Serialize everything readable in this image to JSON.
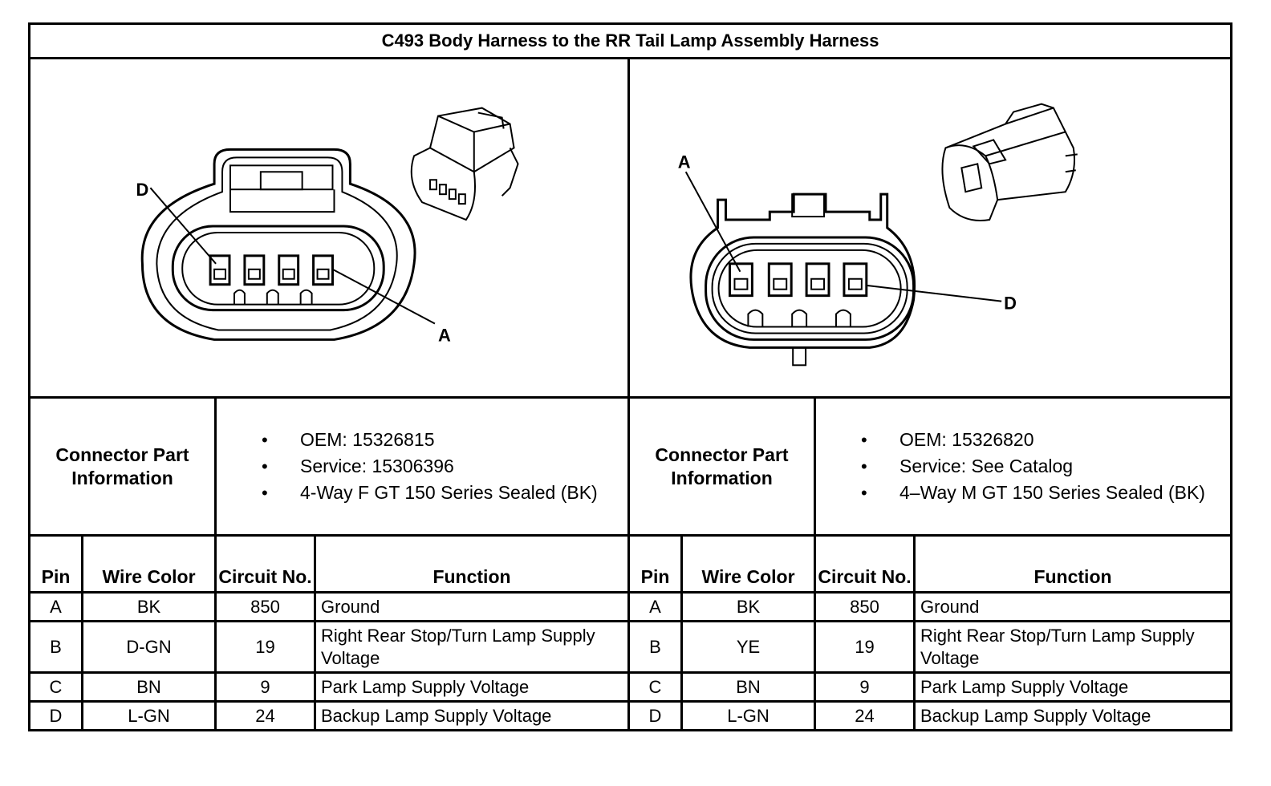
{
  "title": "C493 Body Harness to the RR Tail Lamp Assembly Harness",
  "left": {
    "pin_labels": {
      "top": "D",
      "bottom": "A"
    },
    "info_label": "Connector Part Information",
    "info": [
      "OEM: 15326815",
      "Service: 15306396",
      "4-Way F GT 150 Series Sealed (BK)"
    ]
  },
  "right": {
    "pin_labels": {
      "top": "A",
      "bottom": "D"
    },
    "info_label": "Connector Part Information",
    "info": [
      "OEM: 15326820",
      "Service: See Catalog",
      "4–Way M GT 150 Series Sealed (BK)"
    ]
  },
  "headers": {
    "pin": "Pin",
    "wire": "Wire Color",
    "circuit": "Circuit No.",
    "function": "Function"
  },
  "rows": [
    {
      "l_pin": "A",
      "l_wire": "BK",
      "l_circuit": "850",
      "l_func": "Ground",
      "r_pin": "A",
      "r_wire": "BK",
      "r_circuit": "850",
      "r_func": "Ground"
    },
    {
      "l_pin": "B",
      "l_wire": "D-GN",
      "l_circuit": "19",
      "l_func": "Right Rear Stop/Turn Lamp Supply Voltage",
      "r_pin": "B",
      "r_wire": "YE",
      "r_circuit": "19",
      "r_func": "Right Rear Stop/Turn Lamp Supply Voltage"
    },
    {
      "l_pin": "C",
      "l_wire": "BN",
      "l_circuit": "9",
      "l_func": "Park Lamp Supply Voltage",
      "r_pin": "C",
      "r_wire": "BN",
      "r_circuit": "9",
      "r_func": "Park Lamp Supply Voltage"
    },
    {
      "l_pin": "D",
      "l_wire": "L-GN",
      "l_circuit": "24",
      "l_func": "Backup Lamp Supply Voltage",
      "r_pin": "D",
      "r_wire": "L-GN",
      "r_circuit": "24",
      "r_func": "Backup Lamp Supply Voltage"
    }
  ]
}
